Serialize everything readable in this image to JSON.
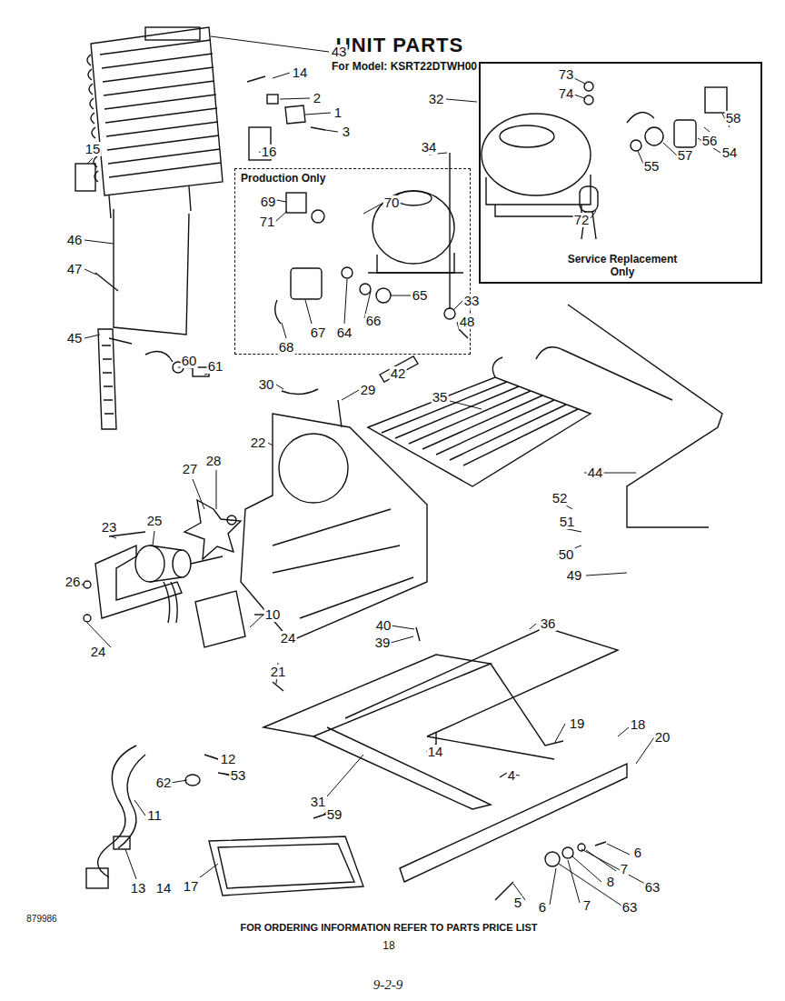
{
  "diagram": {
    "title": "UNIT PARTS",
    "nodes": [
      {
        "text": [
          "Production Only"
        ]
      },
      {
        "text": [
          "Service Replacement Only"
        ]
      }
    ],
    "labels": [
      "For Model: KSRT22DTWH00",
      "43",
      "14",
      "2",
      "1",
      "3",
      "15",
      "16",
      "32",
      "73",
      "74",
      "58",
      "56",
      "54",
      "34",
      "57",
      "55",
      "69",
      "70",
      "72",
      "71",
      "46",
      "47",
      "65",
      "33",
      "66",
      "48",
      "64",
      "67",
      "45",
      "68",
      "60",
      "61",
      "42",
      "30",
      "29",
      "35",
      "22",
      "28",
      "27",
      "44",
      "52",
      "25",
      "51",
      "23",
      "50",
      "49",
      "26",
      "10",
      "36",
      "40",
      "24",
      "39",
      "24",
      "21",
      "19",
      "18",
      "20",
      "14",
      "12",
      "53",
      "4",
      "62",
      "31",
      "59",
      "11",
      "6",
      "7",
      "8",
      "17",
      "63",
      "13",
      "14",
      "5",
      "6",
      "7",
      "63",
      "879986",
      "FOR ORDERING INFORMATION REFER TO PARTS PRICE LIST",
      "18",
      "9-2-9"
    ]
  }
}
